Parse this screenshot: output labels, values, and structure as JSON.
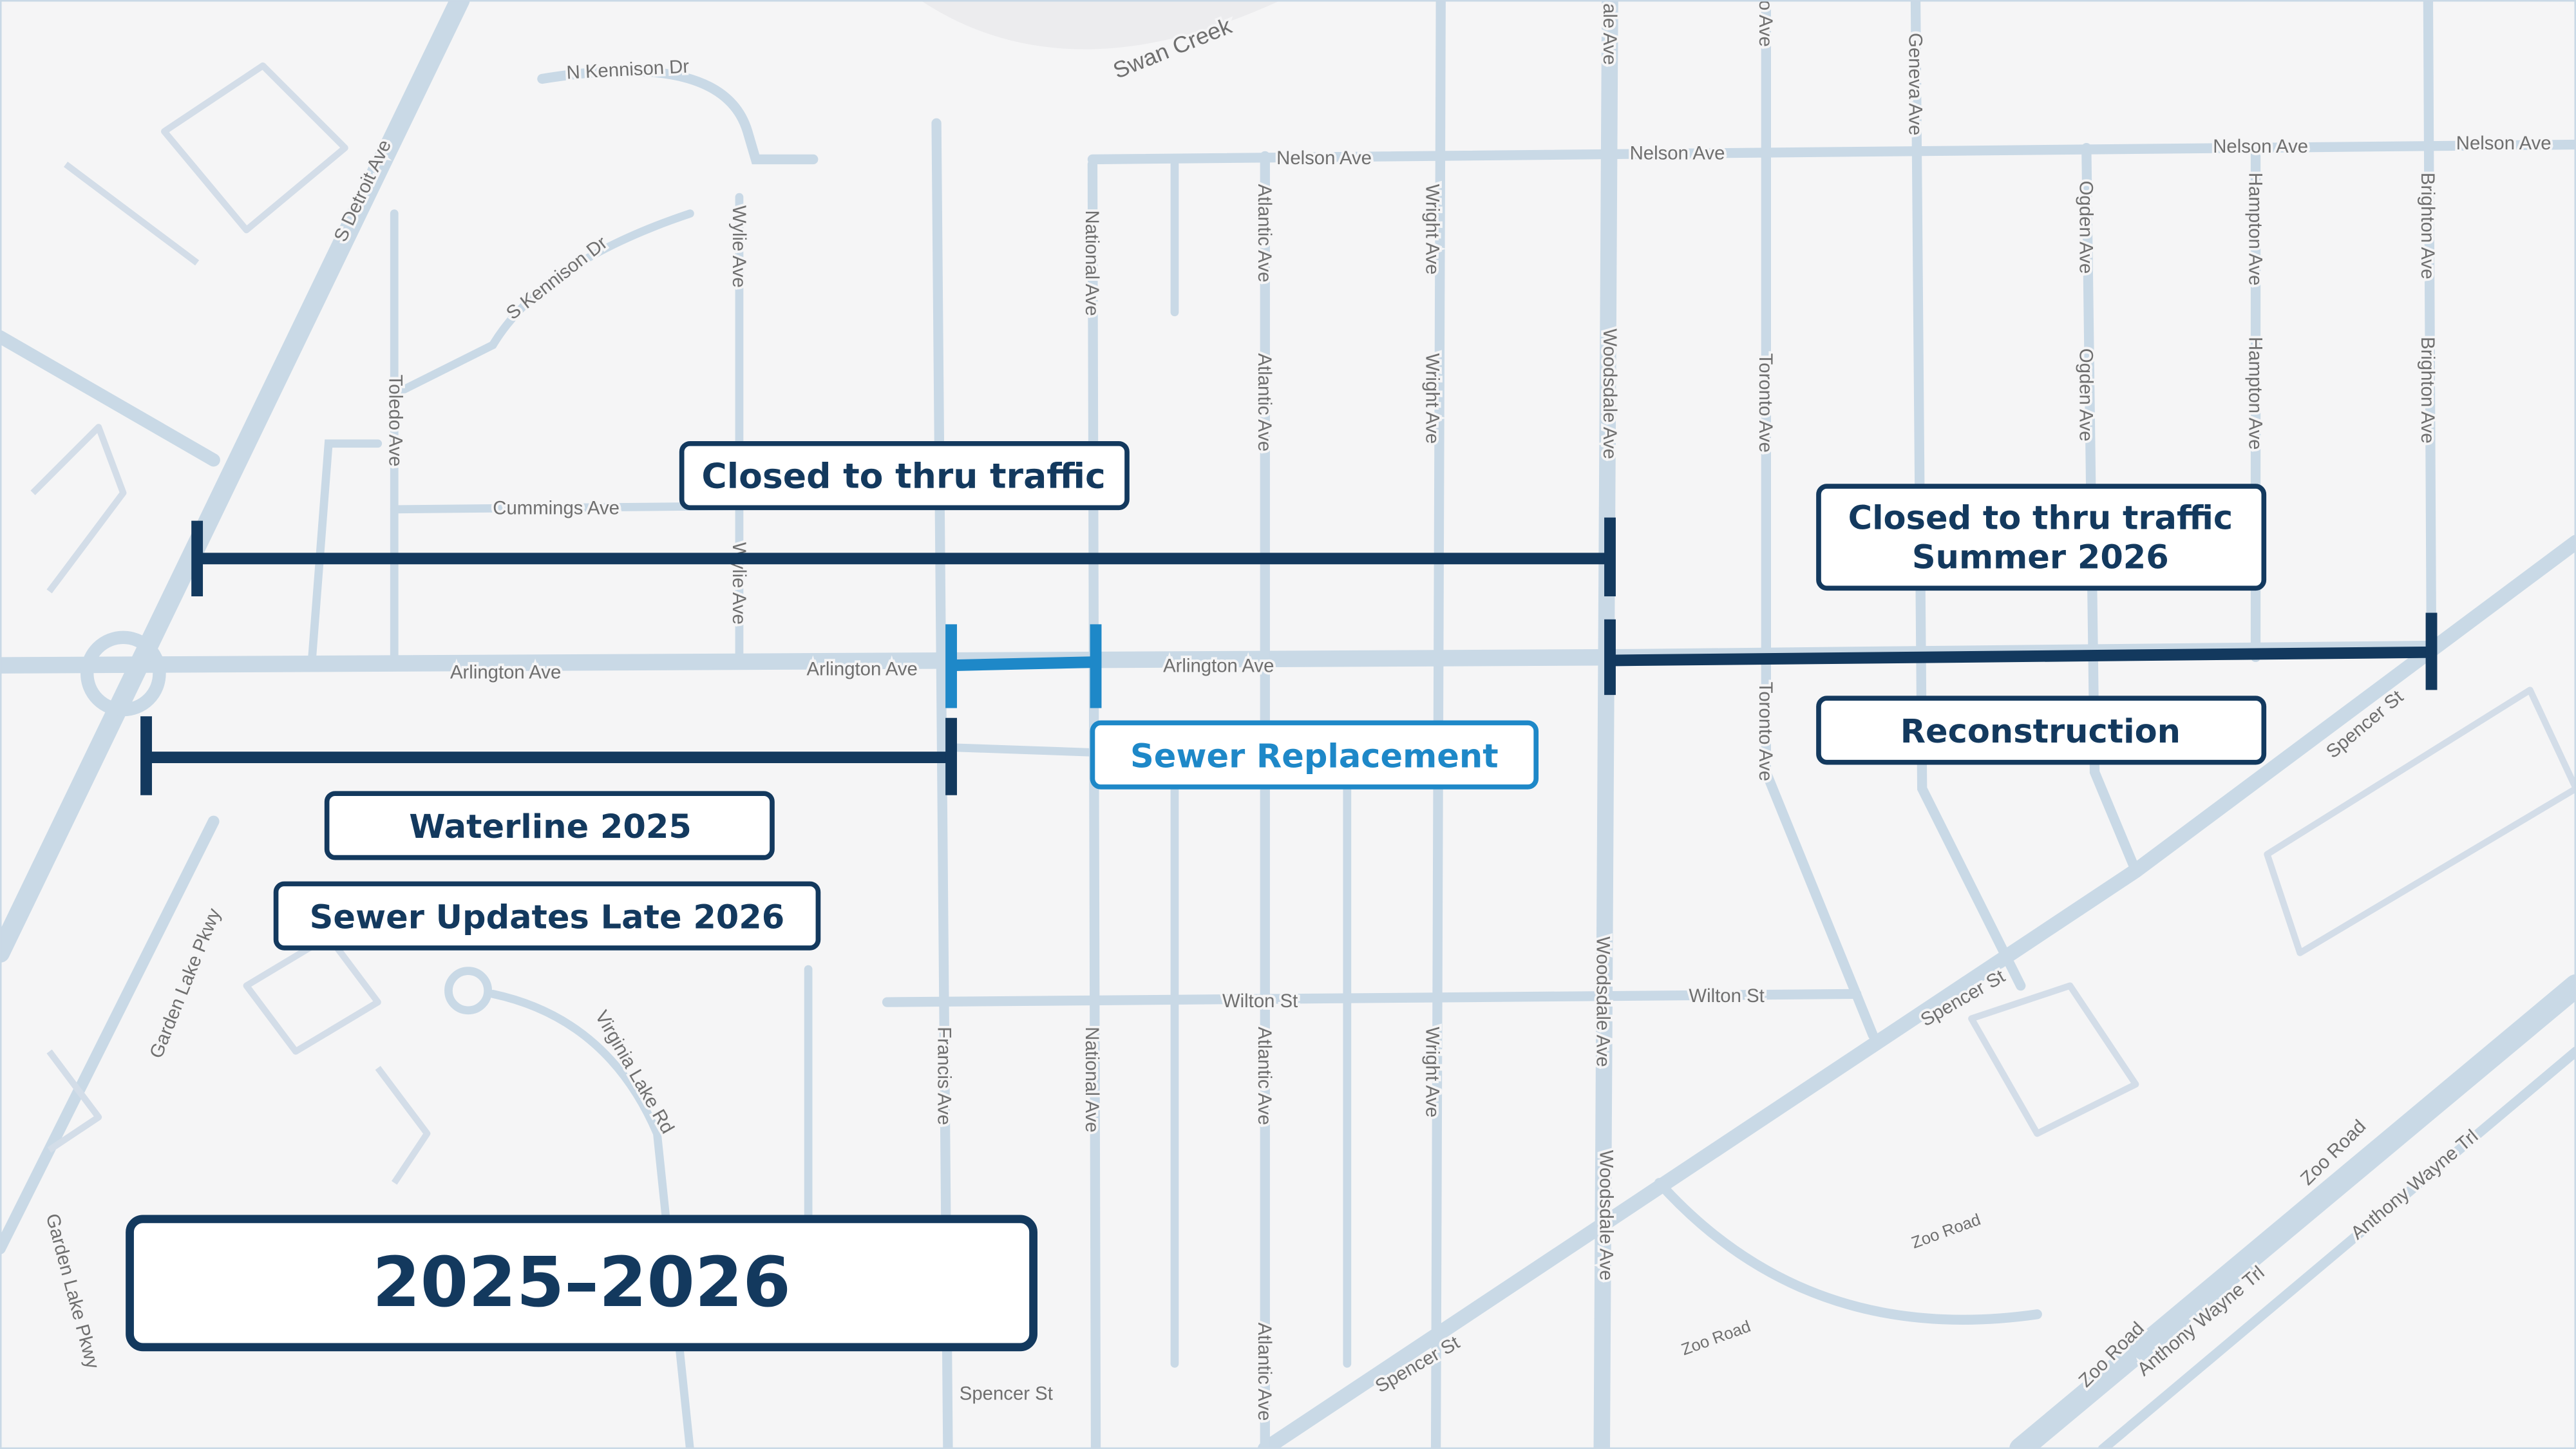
{
  "colors": {
    "background": "#f5f5f6",
    "road": "#c9d9e6",
    "project_navy": "#13395e",
    "project_blue": "#1e88c8",
    "label_gray": "#6f6f6f"
  },
  "map": {
    "labels": [
      "N Kennison Dr",
      "Swan Creek",
      "S Detroit Ave",
      "S Kennison Dr",
      "Wylie Ave",
      "Toledo Ave",
      "Cummings Ave",
      "Nelson Ave",
      "Nelson Ave",
      "Nelson Ave",
      "Nelson Ave",
      "National Ave",
      "Atlantic Ave",
      "Atlantic Ave",
      "Wright Ave",
      "Wright Ave",
      "Woodsdale Ave",
      "Toronto Ave",
      "Toronto Ave",
      "Geneva Ave",
      "Ogden Ave",
      "Ogden Ave",
      "Hampton Ave",
      "Hampton Ave",
      "Brighton Ave",
      "Brighton Ave",
      "Arlington Ave",
      "Arlington Ave",
      "Arlington Ave",
      "Francis Ave",
      "National Ave",
      "Atlantic Ave",
      "Wright Ave",
      "Woodsdale Ave",
      "Wilton St",
      "Wilton St",
      "Spencer St",
      "Spencer St",
      "Spencer St",
      "Spencer St",
      "Garden Lake Pkwy",
      "Garden Lake Pkwy",
      "Virginia Lake Rd",
      "Zoo Road",
      "Zoo Road",
      "Zoo Road",
      "Zoo Road",
      "Anthony Wayne Trl",
      "Anthony Wayne Trl",
      "Wylie Ave",
      "Atlantic Ave",
      "Woodsdale Ave",
      "ale Ave",
      "o Ave"
    ]
  },
  "callouts": {
    "closed_west": "Closed to thru traffic",
    "closed_east_line1": "Closed to thru traffic",
    "closed_east_line2": "Summer 2026",
    "reconstruction": "Reconstruction",
    "sewer_replacement": "Sewer Replacement",
    "waterline": "Waterline 2025",
    "sewer_updates": "Sewer Updates Late 2026"
  },
  "title_box": {
    "text": "2025–2026"
  }
}
